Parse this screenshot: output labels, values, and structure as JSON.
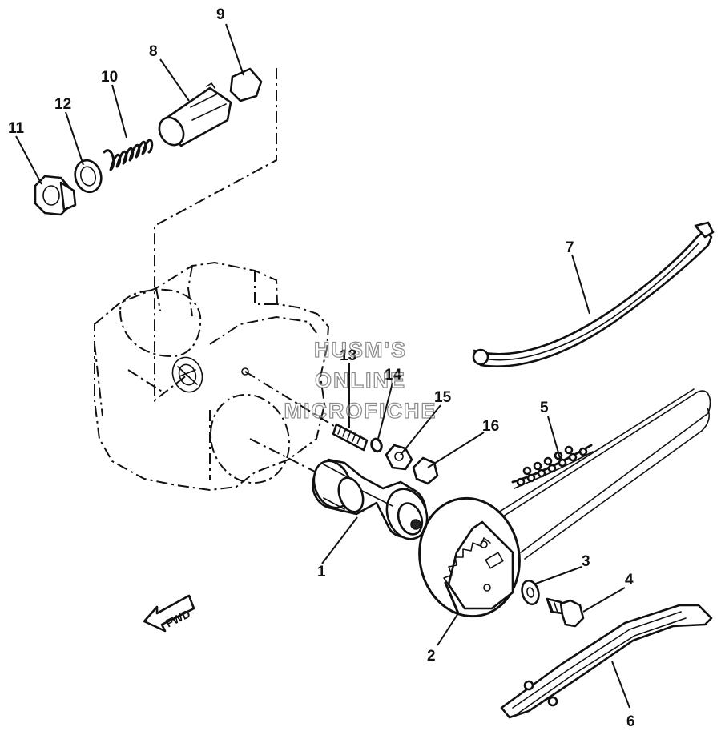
{
  "diagram": {
    "callouts": {
      "c1": "1",
      "c2": "2",
      "c3": "3",
      "c4": "4",
      "c5": "5",
      "c6": "6",
      "c7": "7",
      "c8": "8",
      "c9": "9",
      "c10": "10",
      "c11": "11",
      "c12": "12",
      "c13": "13",
      "c14": "14",
      "c15": "15",
      "c16": "16"
    },
    "fwd_label": "FWD",
    "watermark": [
      "HUSM'S",
      "ONLINE",
      "MICROFICHE"
    ]
  }
}
